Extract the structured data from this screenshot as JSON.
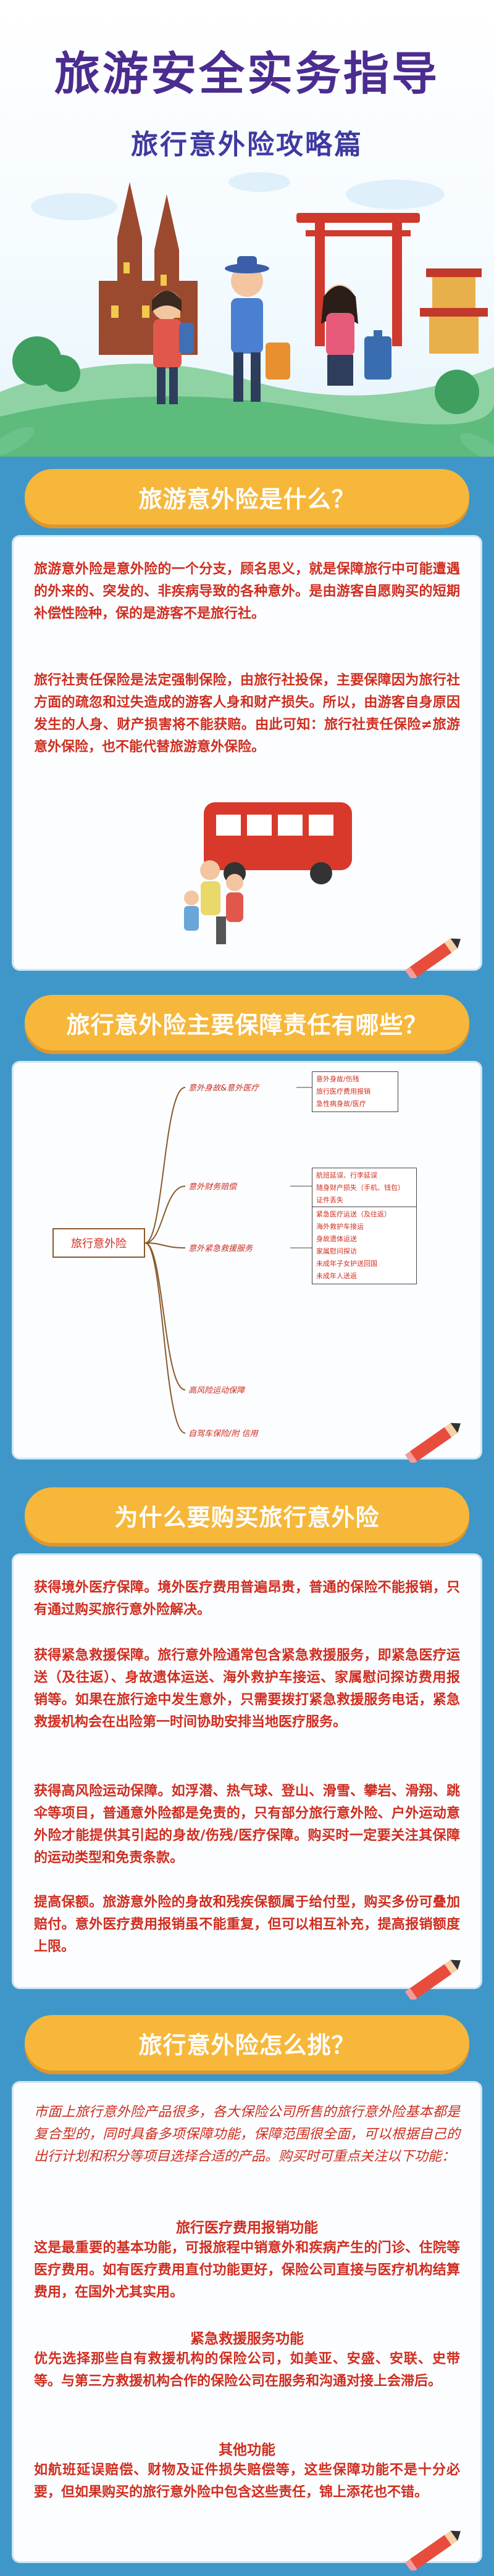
{
  "hero": {
    "title": "旅游安全实务指导",
    "subtitle": "旅行意外险攻略篇"
  },
  "sections": [
    {
      "heading": "旅游意外险是什么？",
      "paragraphs": [
        "旅游意外险是意外险的一个分支，顾名思义，就是保障旅行中可能遭遇的外来的、突发的、非疾病导致的各种意外。是由游客自愿购买的短期补偿性险种，保的是游客不是旅行社。",
        "旅行社责任保险是法定强制保险，由旅行社投保，主要保障因为旅行社方面的疏忽和过失造成的游客人身和财产损失。所以，由游客自身原因发生的人身、财产损害将不能获赔。由此可知：旅行社责任保险≠旅游意外保险，也不能代替旅游意外保险。"
      ]
    },
    {
      "heading": "旅行意外险主要保障责任有哪些？",
      "mindmap": {
        "root": "旅行意外险",
        "branches": [
          {
            "label": "意外身故&意外医疗",
            "leaves": [
              "意外身故/伤残",
              "旅行医疗费用报销",
              "急性病身故/医疗"
            ]
          },
          {
            "label": "意外财务赔偿",
            "leaves": [
              "航班延误、行李延误",
              "随身财产损失（手机、钱包）",
              "证件丢失"
            ]
          },
          {
            "label": "意外紧急救援服务",
            "leaves": [
              "紧急医疗运送（及往返）",
              "海外救护车接运",
              "身故遗体运送",
              "家属慰问探访",
              "未成年子女护送回国",
              "未成年人送返"
            ]
          },
          {
            "label": "高风险运动保障",
            "leaves": []
          },
          {
            "label": "自驾车保险/附 信用",
            "leaves": []
          }
        ]
      }
    },
    {
      "heading": "为什么要购买旅行意外险",
      "paragraphs": [
        "获得境外医疗保障。境外医疗费用普遍昂贵，普通的保险不能报销，只有通过购买旅行意外险解决。",
        "获得紧急救援保障。旅行意外险通常包含紧急救援服务，即紧急医疗运送（及往返）、身故遗体运送、海外救护车接运、家属慰问探访费用报销等。如果在旅行途中发生意外，只需要拨打紧急救援服务电话，紧急救援机构会在出险第一时间协助安排当地医疗服务。",
        "获得高风险运动保障。如浮潜、热气球、登山、滑雪、攀岩、滑翔、跳伞等项目，普通意外险都是免责的，只有部分旅行意外险、户外运动意外险才能提供其引起的身故/伤残/医疗保障。购买时一定要关注其保障的运动类型和免责条款。",
        "提高保额。旅游意外险的身故和残疾保额属于给付型，购买多份可叠加赔付。意外医疗费用报销虽不能重复，但可以相互补充，提高报销额度上限。"
      ]
    },
    {
      "heading": "旅行意外险怎么挑？",
      "intro": "市面上旅行意外险产品很多，各大保险公司所售的旅行意外险基本都是复合型的，同时具备多项保障功能，保障范围很全面，可以根据自己的出行计划和积分等项目选择合适的产品。购买时可重点关注以下功能：",
      "features": [
        {
          "title": "旅行医疗费用报销功能",
          "text": "这是最重要的基本功能，可报旅程中销意外和疾病产生的门诊、住院等医疗费用。如有医疗费用直付功能更好，保险公司直接与医疗机构结算费用，在国外尤其实用。"
        },
        {
          "title": "紧急救援服务功能",
          "text": "优先选择那些自有救援机构的保险公司，如美亚、安盛、安联、史带等。与第三方救援机构合作的保险公司在服务和沟通对接上会滞后。"
        },
        {
          "title": "其他功能",
          "text": "如航班延误赔偿、财物及证件损失赔偿等，这些保障功能不是十分必要，但如果购买的旅行意外险中包含这些责任，锦上添花也不错。"
        }
      ]
    }
  ],
  "colors": {
    "background": "#3f97c9",
    "pill": "#f6b73a",
    "text": "#cf2d1f",
    "title": "#4b2c8f"
  }
}
